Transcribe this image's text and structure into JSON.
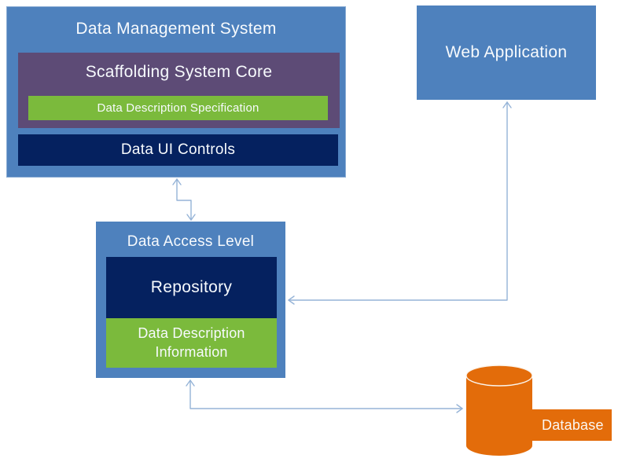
{
  "diagram": {
    "type": "architecture-diagram",
    "background": "#FFFFFF",
    "nodes": {
      "data_management_system": {
        "label": "Data Management System",
        "color": "#4E81BD",
        "shape": "rectangle"
      },
      "scaffolding_system_core": {
        "label": "Scaffolding System Core",
        "color": "#5D4B76",
        "shape": "rectangle",
        "parent": "data_management_system"
      },
      "data_description_specification": {
        "label": "Data Description Specification",
        "color": "#7BBA3C",
        "shape": "rectangle",
        "parent": "scaffolding_system_core"
      },
      "data_ui_controls": {
        "label": "Data UI Controls",
        "color": "#05215F",
        "shape": "rectangle",
        "parent": "data_management_system"
      },
      "web_application": {
        "label": "Web Application",
        "color": "#4E81BD",
        "shape": "rectangle"
      },
      "data_access_level": {
        "label": "Data Access Level",
        "color": "#4E81BD",
        "shape": "rectangle"
      },
      "repository": {
        "label": "Repository",
        "color": "#05215F",
        "shape": "rectangle",
        "parent": "data_access_level"
      },
      "data_description_information": {
        "label": "Data Description Information",
        "color": "#7BBA3C",
        "shape": "rectangle",
        "parent": "data_access_level"
      },
      "database": {
        "label": "Database",
        "color": "#E36C0A",
        "shape": "cylinder"
      }
    },
    "connections": [
      {
        "from": "data_management_system",
        "to": "data_access_level",
        "arrows": "both",
        "style": "stepped"
      },
      {
        "from": "web_application",
        "to": "repository",
        "arrows": "both",
        "style": "elbow"
      },
      {
        "from": "data_access_level",
        "to": "database",
        "arrows": "both",
        "style": "elbow"
      }
    ],
    "connector_color": "#95B3D7",
    "text_color": "#FFFFFF"
  }
}
